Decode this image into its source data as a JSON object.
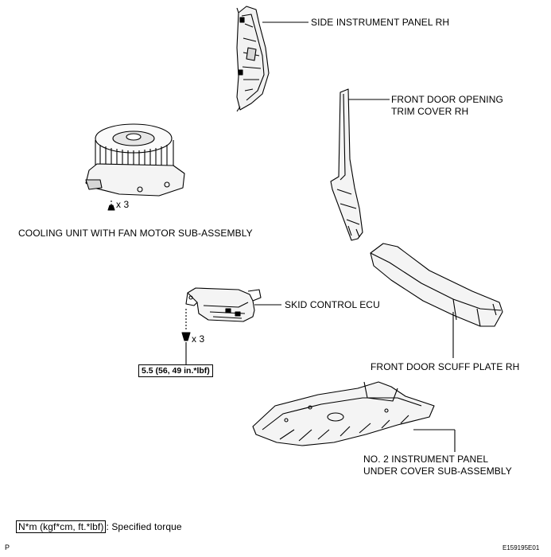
{
  "labels": {
    "side_panel": "SIDE INSTRUMENT PANEL RH",
    "trim_cover_line1": "FRONT DOOR OPENING",
    "trim_cover_line2": "TRIM COVER RH",
    "cooling_unit": "COOLING UNIT WITH FAN MOTOR SUB-ASSEMBLY",
    "skid_ecu": "SKID CONTROL ECU",
    "scuff_plate": "FRONT DOOR SCUFF PLATE RH",
    "under_cover_line1": "NO. 2 INSTRUMENT PANEL",
    "under_cover_line2": "UNDER COVER SUB-ASSEMBLY"
  },
  "fasteners": {
    "cooling_qty": "x 3",
    "ecu_qty": "x 3",
    "ecu_torque": "5.5 (56, 49 in.*lbf)"
  },
  "legend": {
    "unit": "N*m (kgf*cm, ft.*lbf)",
    "description": ": Specified torque"
  },
  "footer": {
    "left_code": "P",
    "figure_id": "E159195E01"
  }
}
